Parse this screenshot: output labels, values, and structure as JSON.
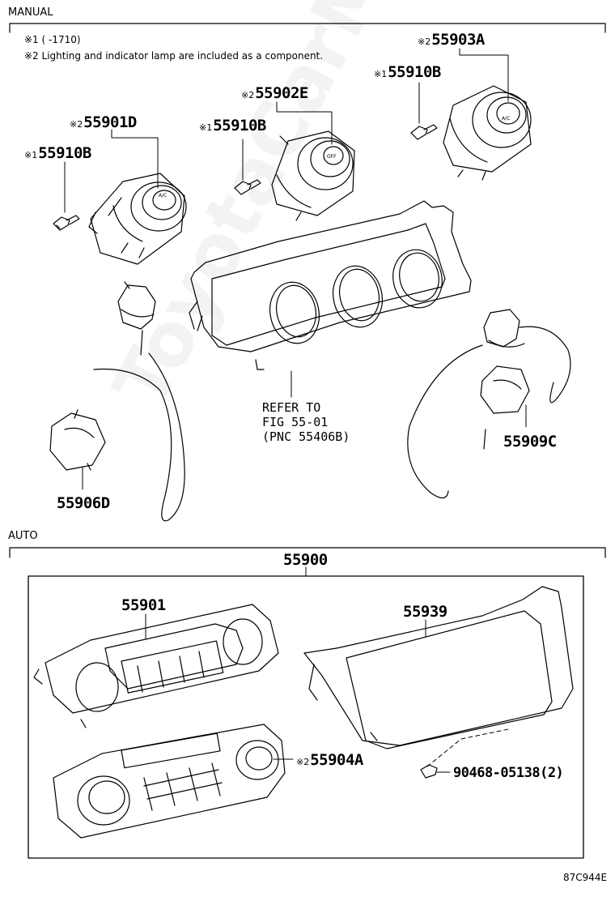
{
  "sections": {
    "manual": "MANUAL",
    "auto": "AUTO"
  },
  "notes": {
    "note1": "※1 (      -1710)",
    "note2": "※2 Lighting and indicator lamp are included as a component."
  },
  "manual_parts": {
    "p55901D": {
      "mark": "※2",
      "number": "55901D"
    },
    "p55910B_left": {
      "mark": "※1",
      "number": "55910B"
    },
    "p55902E": {
      "mark": "※2",
      "number": "55902E"
    },
    "p55910B_mid": {
      "mark": "※1",
      "number": "55910B"
    },
    "p55903A": {
      "mark": "※2",
      "number": "55903A"
    },
    "p55910B_right": {
      "mark": "※1",
      "number": "55910B"
    },
    "p55909C": {
      "number": "55909C"
    },
    "p55906D": {
      "number": "55906D"
    }
  },
  "refer": {
    "line1": "REFER TO",
    "line2": "FIG 55-01",
    "line3": "(PNC 55406B)"
  },
  "auto_parts": {
    "p55900": {
      "number": "55900"
    },
    "p55901": {
      "number": "55901"
    },
    "p55939": {
      "number": "55939"
    },
    "p55904A": {
      "mark": "※2",
      "number": "55904A"
    },
    "p90468": {
      "number": "90468-05138(2)"
    }
  },
  "figure_code": "87C944E",
  "watermark": "ToyotaCarMine.ru"
}
